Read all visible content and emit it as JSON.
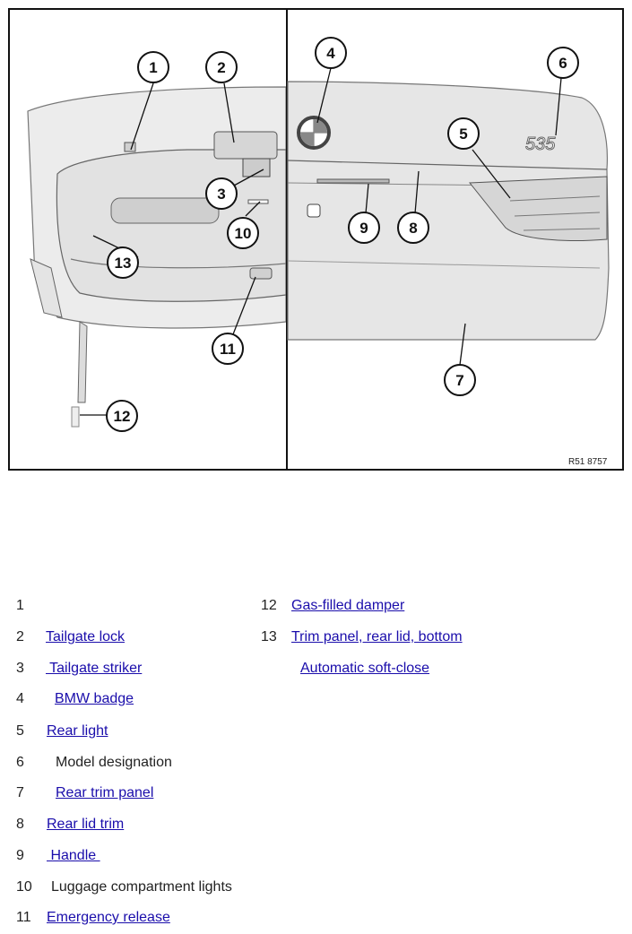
{
  "figure": {
    "code": "R51 8757",
    "emblem": "535",
    "callouts": [
      "1",
      "2",
      "3",
      "4",
      "5",
      "6",
      "7",
      "8",
      "9",
      "10",
      "11",
      "12",
      "13"
    ]
  },
  "legend_left": [
    {
      "num": "1",
      "label": "",
      "link": false
    },
    {
      "num": "2",
      "label": "Tailgate lock",
      "link": true
    },
    {
      "num": "3",
      "label": " Tailgate striker",
      "link": true
    },
    {
      "num": "4",
      "label": "BMW badge",
      "link": true
    },
    {
      "num": "5",
      "label": "Rear light",
      "link": true
    },
    {
      "num": "6",
      "label": "Model designation",
      "link": false
    },
    {
      "num": "7",
      "label": "Rear trim panel",
      "link": true
    },
    {
      "num": "8",
      "label": "Rear lid trim",
      "link": true
    },
    {
      "num": "9",
      "label": " Handle ",
      "link": true
    },
    {
      "num": "10",
      "label": "Luggage compartment lights",
      "link": false
    },
    {
      "num": "11",
      "label": "Emergency release",
      "link": true
    }
  ],
  "legend_right": [
    {
      "num": "12",
      "label": "Gas-filled damper",
      "link": true
    },
    {
      "num": "13",
      "label": "Trim panel, rear lid, bottom",
      "link": true
    },
    {
      "num": "",
      "label": "Automatic soft-close",
      "link": true
    }
  ]
}
